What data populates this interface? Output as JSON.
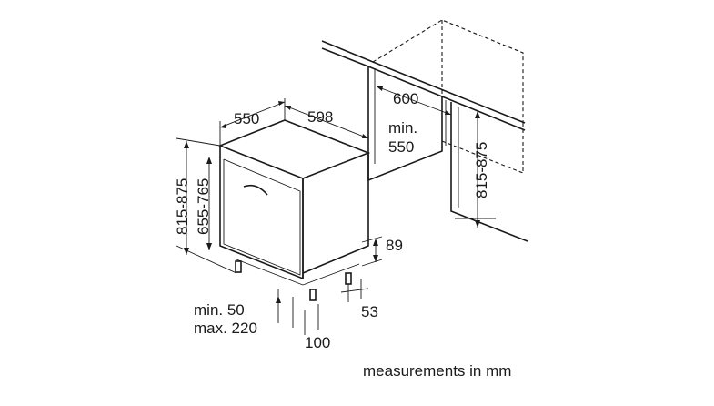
{
  "labels": {
    "depth": "550",
    "width": "598",
    "niche_width": "600",
    "niche_depth_min": "min.",
    "niche_depth_val": "550",
    "height_total": "815-875",
    "height_body": "655-765",
    "niche_height": "815-875",
    "plinth": "89",
    "foot_offset": "53",
    "door_gap_min": "min. 50",
    "door_gap_max": "max. 220",
    "foot_distance": "100"
  },
  "caption": "measurements in mm"
}
